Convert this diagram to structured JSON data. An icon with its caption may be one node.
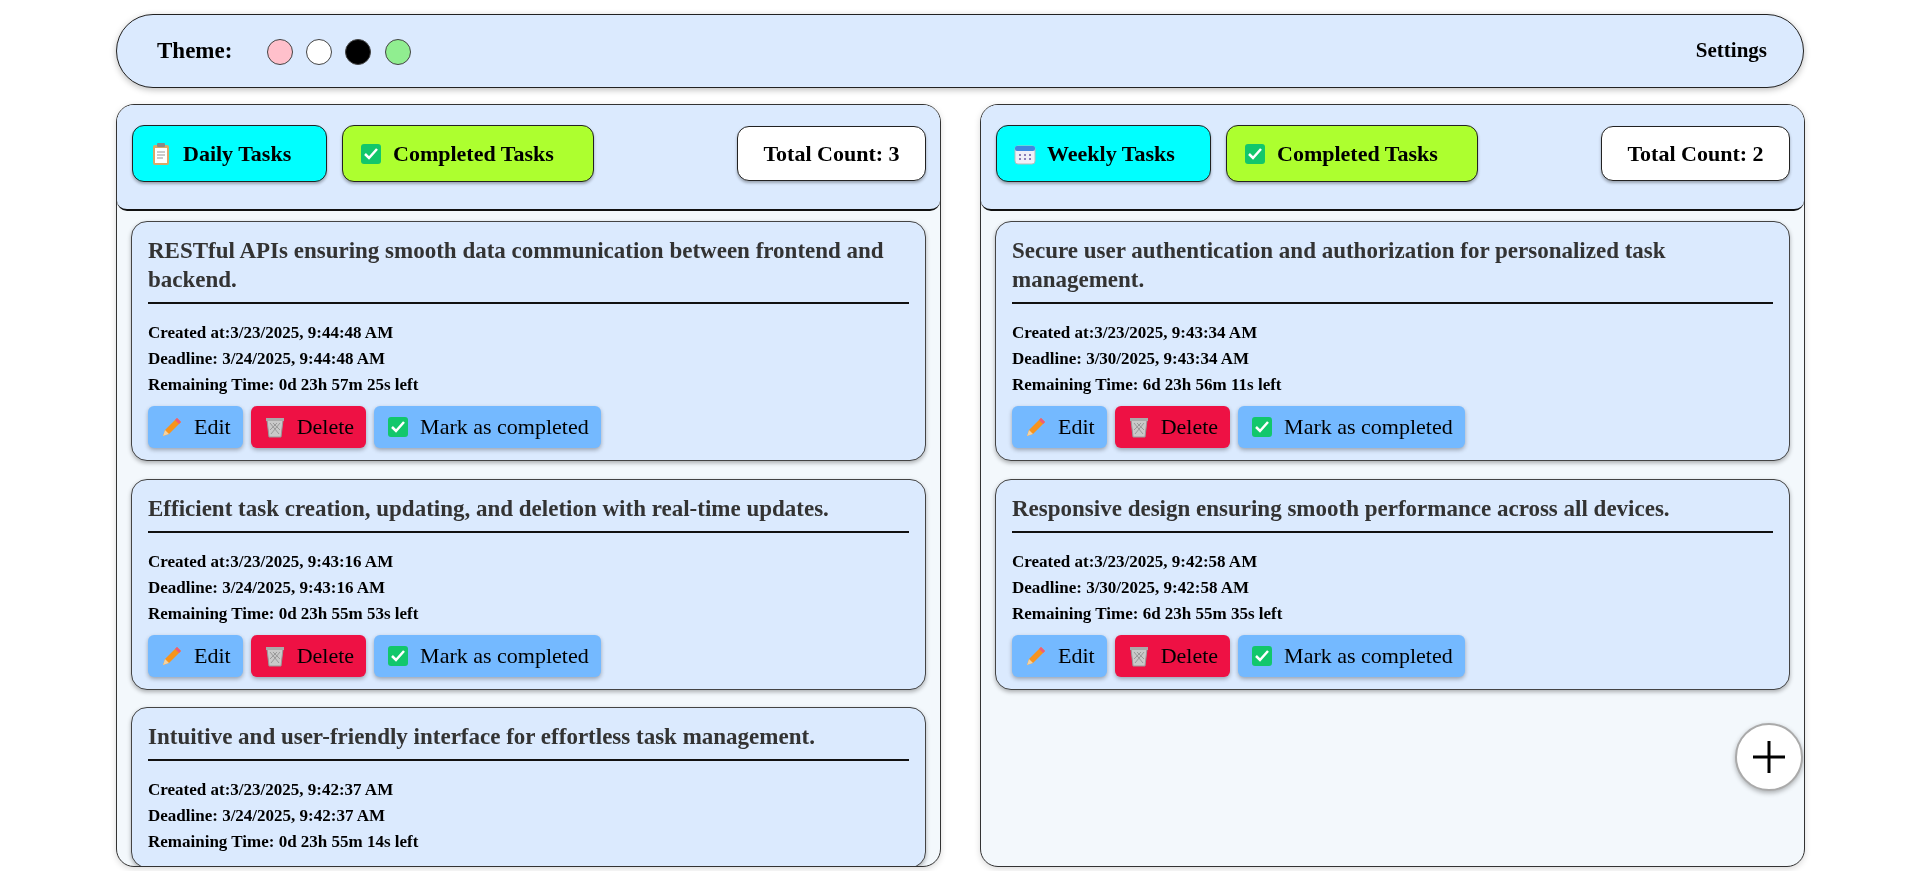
{
  "diagram": {
    "nodes": [
      {
        "text": [
          "Theme:",
          "Settings"
        ]
      },
      {
        "text": [],
        "shape": "circle",
        "in": 0
      },
      {
        "text": [],
        "shape": "circle",
        "in": 0
      },
      {
        "text": [],
        "shape": "circle",
        "in": 0
      },
      {
        "text": [],
        "shape": "circle",
        "in": 0
      },
      {
        "text": [],
        "shape": "box"
      },
      {
        "text": [
          "Daily Tasks"
        ],
        "in": 5
      },
      {
        "text": [
          "Completed Tasks"
        ],
        "in": 5
      },
      {
        "text": [
          "Total Count: 3"
        ],
        "in": 5
      },
      {
        "text": [
          "RESTful APIs ensuring smooth data communication between frontend and backend.",
          "Created at:3/23/2025, 9:44:48 AM",
          "Deadline: 3/24/2025, 9:44:48 AM",
          "Remaining Time: 0d 23h 57m 25s left"
        ],
        "in": 5
      },
      {
        "text": [
          "Edit"
        ],
        "in": 9
      },
      {
        "text": [
          "Delete"
        ],
        "in": 9
      },
      {
        "text": [
          "Mark as completed"
        ],
        "in": 9
      },
      {
        "text": [
          "Efficient task creation, updating, and deletion with real-time updates.",
          "Created at:3/23/2025, 9:43:16 AM",
          "Deadline: 3/24/2025, 9:43:16 AM",
          "Remaining Time: 0d 23h 55m 53s left"
        ],
        "in": 5
      },
      {
        "text": [
          "Edit"
        ],
        "in": 13
      },
      {
        "text": [
          "Delete"
        ],
        "in": 13
      },
      {
        "text": [
          "Mark as completed"
        ],
        "in": 13
      },
      {
        "text": [
          "Intuitive and user-friendly interface for effortless task management.",
          "Created at:3/23/2025, 9:42:37 AM",
          "Deadline: 3/24/2025, 9:42:37 AM",
          "Remaining Time: 0d 23h 55m 14s left"
        ],
        "in": 5
      },
      {
        "text": [],
        "shape": "box"
      },
      {
        "text": [
          "Weekly Tasks"
        ],
        "in": 18
      },
      {
        "text": [
          "Completed Tasks"
        ],
        "in": 18
      },
      {
        "text": [
          "Total Count: 2"
        ],
        "in": 18
      },
      {
        "text": [
          "Secure user authentication and authorization for personalized task management.",
          "Created at:3/23/2025, 9:43:34 AM",
          "Deadline: 3/30/2025, 9:43:34 AM",
          "Remaining Time: 6d 23h 56m 11s left"
        ],
        "in": 18
      },
      {
        "text": [
          "Edit"
        ],
        "in": 22
      },
      {
        "text": [
          "Delete"
        ],
        "in": 22
      },
      {
        "text": [
          "Mark as completed"
        ],
        "in": 22
      },
      {
        "text": [
          "Responsive design ensuring smooth performance across all devices.",
          "Created at:3/23/2025, 9:42:58 AM",
          "Deadline: 3/30/2025, 9:42:58 AM",
          "Remaining Time: 6d 23h 55m 35s left"
        ],
        "in": 18
      },
      {
        "text": [
          "Edit"
        ],
        "in": 26
      },
      {
        "text": [
          "Delete"
        ],
        "in": 26
      },
      {
        "text": [
          "Mark as completed"
        ],
        "in": 26
      },
      {
        "text": [],
        "shape": "circle",
        "in": 18
      }
    ]
  }
}
